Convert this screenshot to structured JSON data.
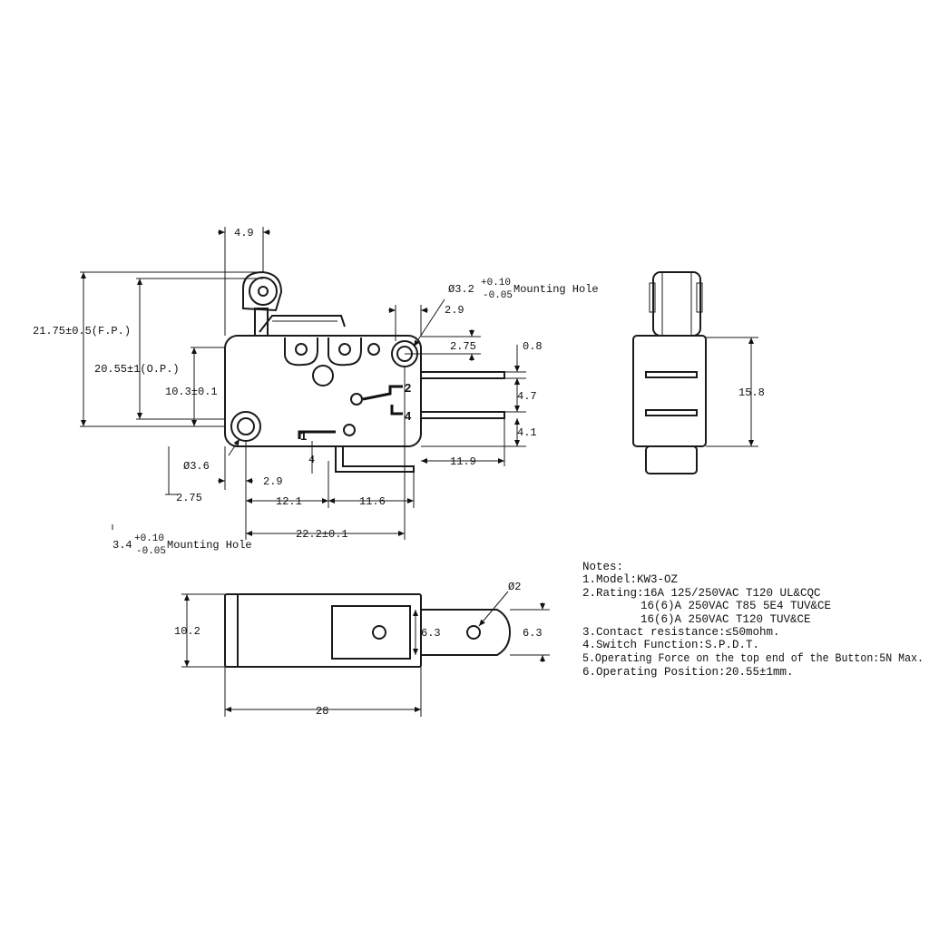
{
  "dimensions": {
    "roller_offset": "4.9",
    "fp": "21.75±0.5(F.P.)",
    "op": "20.55±1(O.P.)",
    "base_h": "10.3±0.1",
    "hole_top_dia": "Ø3.2",
    "hole_top_tol_up": "+0.10",
    "hole_top_tol_dn": "-0.05",
    "hole_top_label": "Mounting Hole",
    "d_2_9_top": "2.9",
    "d_2_75_top": "2.75",
    "d_0_8": "0.8",
    "d_4_7": "4.7",
    "d_4_1": "4.1",
    "d_11_9": "11.9",
    "hole_bot_dia": "Ø3.6",
    "d_4": "4",
    "d_2_9_bot": "2.9",
    "d_2_75_bot": "2.75",
    "d_12_1": "12.1",
    "d_11_6": "11.6",
    "d_22_2": "22.2±0.1",
    "hole_bot_dia2": "3.4",
    "hole_bot_tol_up": "+0.10",
    "hole_bot_tol_dn": "-0.05",
    "hole_bot_label": "Mounting Hole",
    "side_h": "15.8",
    "bot_h": "10.2",
    "term_w1": "6.3",
    "term_w2": "6.3",
    "term_hole": "Ø2",
    "bot_len": "28"
  },
  "pins": {
    "p1": "1",
    "p2": "2",
    "p4": "4"
  },
  "notes": {
    "title": "Notes:",
    "n1": "1.Model:KW3-OZ",
    "n2a": "2.Rating:16A 125/250VAC T120 UL&CQC",
    "n2b": "16(6)A 250VAC T85 5E4 TUV&CE",
    "n2c": "16(6)A 250VAC T120 TUV&CE",
    "n3": "3.Contact resistance:≤50mohm.",
    "n4": "4.Switch Function:S.P.D.T.",
    "n5": "5.Operating Force on the top end of the Button:5N Max.",
    "n6": "6.Operating Position:20.55±1mm."
  }
}
